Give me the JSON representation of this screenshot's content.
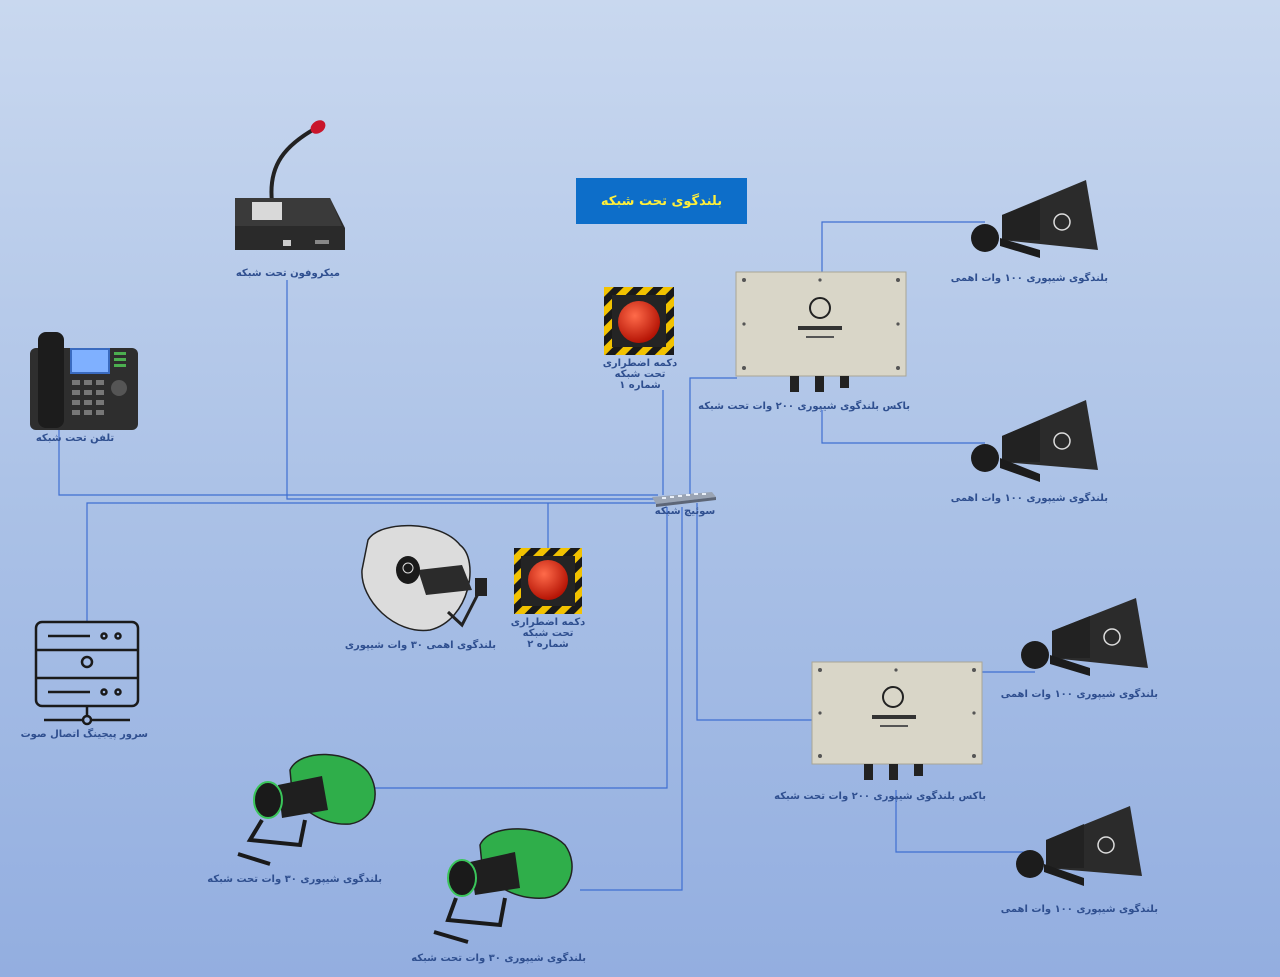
{
  "title": "بلندگوی تحت شبکه",
  "labels": {
    "microphone": "میکروفون تحت شبکه",
    "phone": "تلفن تحت شبکه",
    "server": "سرور پیجینگ اتصال صوت",
    "switch": "سوئیچ شبکه",
    "emergency1": "دکمه اضطراری تحت شبکه شماره ۱",
    "emergency2": "دکمه اضطراری تحت شبکه شماره ۲",
    "box1": "باکس بلندگوی شیپوری ۲۰۰ وات تحت شبکه",
    "box2": "باکس بلندگوی شیپوری ۲۰۰ وات تحت شبکه",
    "horn1": "بلندگوی شیپوری ۱۰۰ وات اهمی",
    "horn2": "بلندگوی شیپوری ۱۰۰ وات اهمی",
    "horn3": "بلندگوی شیپوری ۱۰۰ وات اهمی",
    "horn4": "بلندگوی شیپوری ۱۰۰ وات اهمی",
    "speaker_gray": "بلندگوی اهمی ۳۰ وات شیپوری",
    "speaker_green1": "بلندگوی شیپوری ۳۰ وات تحت شبکه",
    "speaker_green2": "بلندگوی شیپوری ۳۰ وات تحت شبکه"
  },
  "colors": {
    "line": "#3f6fd1",
    "title_bg": "#0d6ec9",
    "title_text": "#ffef3a",
    "label_text": "#2f4f8f",
    "box_fill": "#d9d6c8",
    "horn_fill": "#2b2b2b",
    "green_fill": "#2fae4a",
    "gray_fill": "#dcdcdc",
    "button_red": "#e02a16"
  },
  "icons": [
    "microphone-icon",
    "ip-phone-icon",
    "server-icon",
    "network-switch-icon",
    "emergency-button-icon",
    "amplifier-box-icon",
    "horn-speaker-icon",
    "mushroom-speaker-icon"
  ]
}
